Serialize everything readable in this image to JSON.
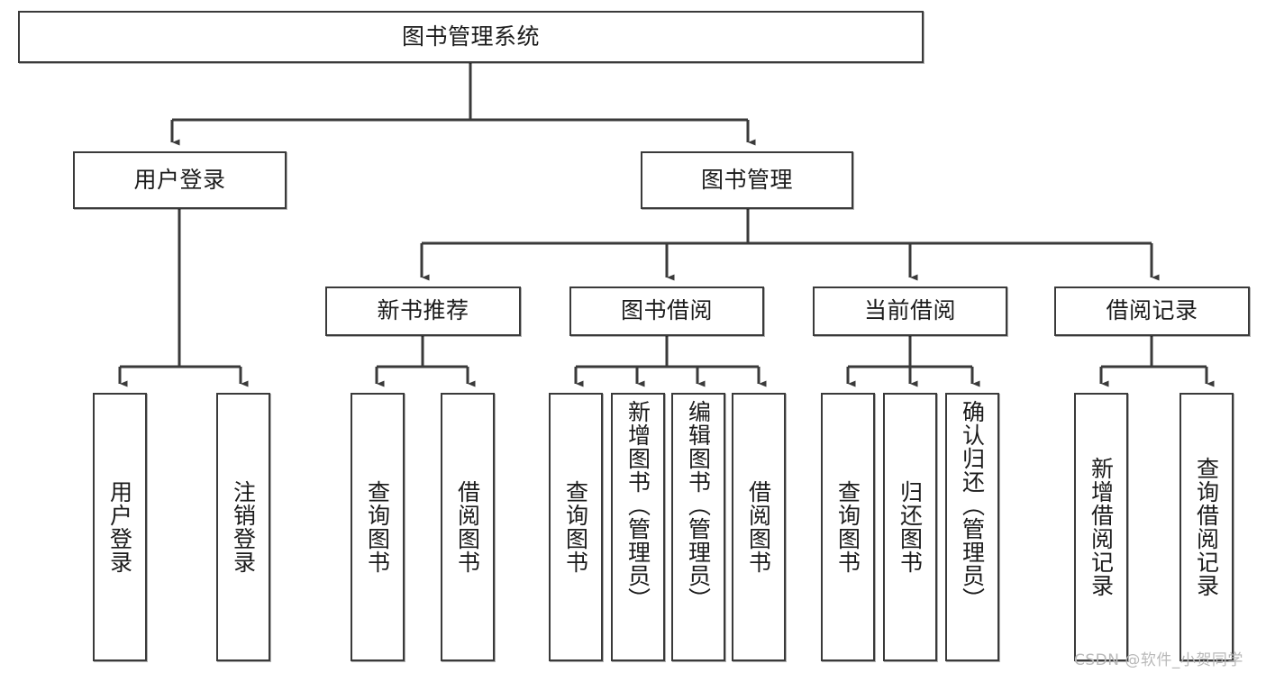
{
  "title": "图书管理系统",
  "watermark": "CSDN @软件_小贺同学",
  "theme": {
    "background": "#ffffff",
    "border": "#3a3a3a",
    "text": "#1b1b1b",
    "watermark": "#b9b9b9"
  },
  "nodes": {
    "root": {
      "label": "图书管理系统",
      "level": 1
    },
    "user_login": {
      "label": "用户登录",
      "level": 2
    },
    "book_manage": {
      "label": "图书管理",
      "level": 2
    },
    "new_book_rec": {
      "label": "新书推荐",
      "level": 3
    },
    "book_borrow": {
      "label": "图书借阅",
      "level": 3
    },
    "current_borrow": {
      "label": "当前借阅",
      "level": 3
    },
    "borrow_record": {
      "label": "借阅记录",
      "level": 3
    },
    "leaf_user_login": {
      "label": "用户登录",
      "level": 4
    },
    "leaf_logout": {
      "label": "注销登录",
      "level": 4
    },
    "leaf_query_book_1": {
      "label": "查询图书",
      "level": 4
    },
    "leaf_borrow_book_1": {
      "label": "借阅图书",
      "level": 4
    },
    "leaf_query_book_2": {
      "label": "查询图书",
      "level": 4
    },
    "leaf_add_book": {
      "label": "新增图书（管理员）",
      "level": 4
    },
    "leaf_edit_book": {
      "label": "编辑图书（管理员）",
      "level": 4
    },
    "leaf_borrow_book_2": {
      "label": "借阅图书",
      "level": 4
    },
    "leaf_query_book_3": {
      "label": "查询图书",
      "level": 4
    },
    "leaf_return_book": {
      "label": "归还图书",
      "level": 4
    },
    "leaf_confirm_return": {
      "label": "确认归还（管理员）",
      "level": 4
    },
    "leaf_add_record": {
      "label": "新增借阅记录",
      "level": 4
    },
    "leaf_query_record": {
      "label": "查询借阅记录",
      "level": 4
    }
  },
  "edges": [
    {
      "from": "root",
      "to": "user_login"
    },
    {
      "from": "root",
      "to": "book_manage"
    },
    {
      "from": "book_manage",
      "to": "new_book_rec"
    },
    {
      "from": "book_manage",
      "to": "book_borrow"
    },
    {
      "from": "book_manage",
      "to": "current_borrow"
    },
    {
      "from": "book_manage",
      "to": "borrow_record"
    },
    {
      "from": "user_login",
      "to": "leaf_user_login"
    },
    {
      "from": "user_login",
      "to": "leaf_logout"
    },
    {
      "from": "new_book_rec",
      "to": "leaf_query_book_1"
    },
    {
      "from": "new_book_rec",
      "to": "leaf_borrow_book_1"
    },
    {
      "from": "book_borrow",
      "to": "leaf_query_book_2"
    },
    {
      "from": "book_borrow",
      "to": "leaf_add_book"
    },
    {
      "from": "book_borrow",
      "to": "leaf_edit_book"
    },
    {
      "from": "book_borrow",
      "to": "leaf_borrow_book_2"
    },
    {
      "from": "current_borrow",
      "to": "leaf_query_book_3"
    },
    {
      "from": "current_borrow",
      "to": "leaf_return_book"
    },
    {
      "from": "current_borrow",
      "to": "leaf_confirm_return"
    },
    {
      "from": "borrow_record",
      "to": "leaf_add_record"
    },
    {
      "from": "borrow_record",
      "to": "leaf_query_record"
    }
  ]
}
